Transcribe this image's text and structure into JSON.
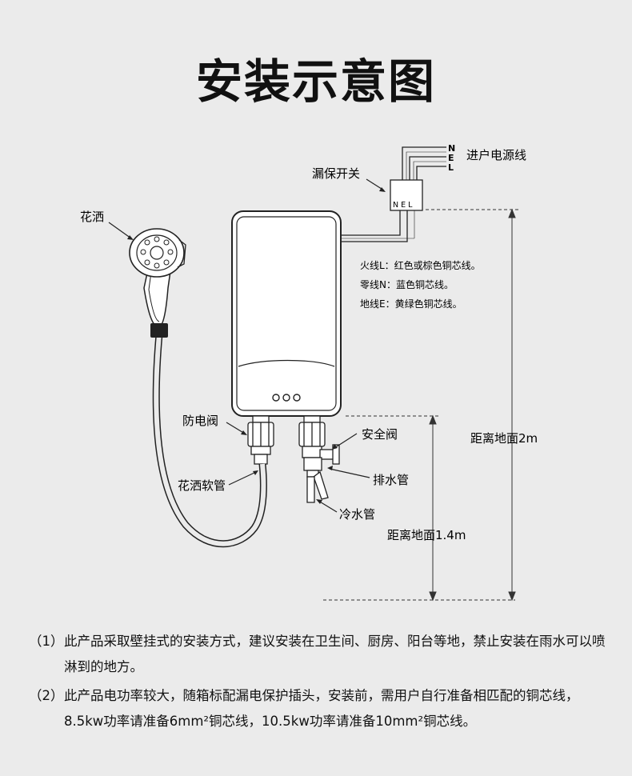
{
  "title": "安装示意图",
  "labels": {
    "power_line": "进户电源线",
    "leakage_switch": "漏保开关",
    "shower_head": "花洒",
    "anti_shock_valve": "防电阀",
    "shower_hose": "花洒软管",
    "safety_valve": "安全阀",
    "drain_pipe": "排水管",
    "cold_water_pipe": "冷水管",
    "height_2m": "距离地面2m",
    "height_1_4m": "距离地面1.4m",
    "terminal_n": "N",
    "terminal_e": "E",
    "terminal_l": "L",
    "switch_terminals": "N E L"
  },
  "wiring": {
    "live": "火线L：红色或棕色铜芯线。",
    "neutral": "零线N：蓝色铜芯线。",
    "earth": "地线E：黄绿色铜芯线。"
  },
  "notes": [
    {
      "num": "（1）",
      "text": "此产品采取壁挂式的安装方式，建议安装在卫生间、厨房、阳台等地，禁止安装在雨水可以喷淋到的地方。"
    },
    {
      "num": "（2）",
      "text": "此产品电功率较大，随箱标配漏电保护插头，安装前，需用户自行准备相匹配的铜芯线，8.5kw功率请准备6mm²铜芯线，10.5kw功率请准备10mm²铜芯线。"
    }
  ]
}
